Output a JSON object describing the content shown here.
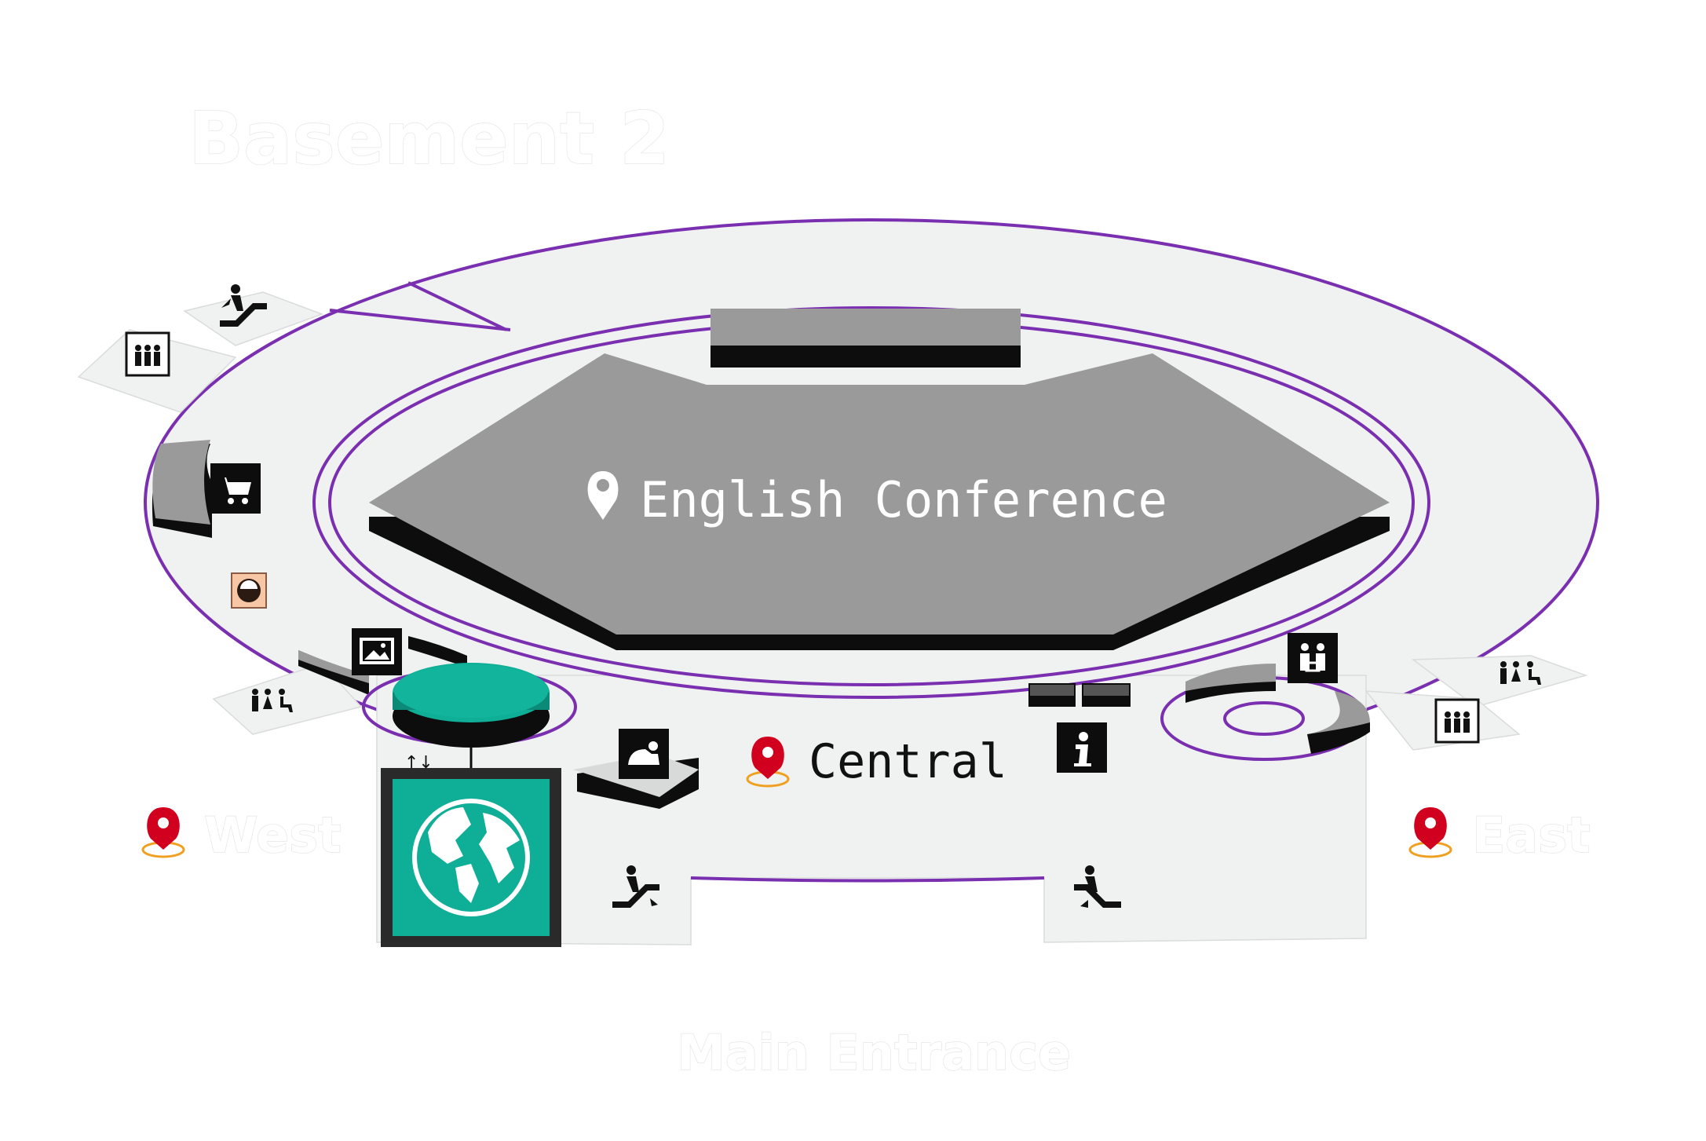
{
  "floor_label": "Basement 2",
  "venue": {
    "name": "English Conference"
  },
  "zones": {
    "central": "Central",
    "west": "West",
    "east": "East",
    "main_entrance": "Main Entrance"
  },
  "colors": {
    "ring_purple": "#7a2fb0",
    "floor": "#f0f2f1",
    "hall_gray": "#9a9a9a",
    "teal": "#0fae96",
    "pin_red": "#d1001f",
    "pin_halo": "#f0a020"
  },
  "icons": [
    "escalator-up-icon",
    "elevator-icon",
    "shopping-cart-icon",
    "food-bowl-icon",
    "gallery-icon",
    "restroom-accessible-icon",
    "globe-icon",
    "prayer-room-icon",
    "information-icon",
    "family-room-icon",
    "escalator-down-icon",
    "location-pin-icon"
  ]
}
